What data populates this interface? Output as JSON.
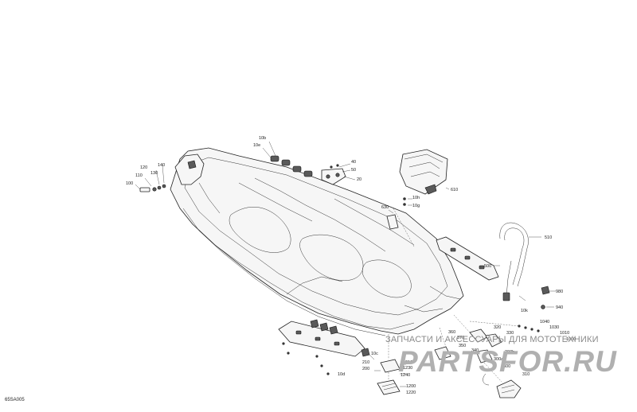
{
  "diagram": {
    "reference_code": "65SA005",
    "callouts": [
      {
        "id": "c-10b",
        "text": "10b"
      },
      {
        "id": "c-10e",
        "text": "10e"
      },
      {
        "id": "c-40",
        "text": "40"
      },
      {
        "id": "c-50",
        "text": "50"
      },
      {
        "id": "c-20",
        "text": "20"
      },
      {
        "id": "c-610",
        "text": "610"
      },
      {
        "id": "c-140",
        "text": "140"
      },
      {
        "id": "c-120",
        "text": "120"
      },
      {
        "id": "c-130",
        "text": "130"
      },
      {
        "id": "c-110",
        "text": "110"
      },
      {
        "id": "c-100",
        "text": "100"
      },
      {
        "id": "c-10h",
        "text": "10h"
      },
      {
        "id": "c-630",
        "text": "630"
      },
      {
        "id": "c-10g",
        "text": "10g"
      },
      {
        "id": "c-510",
        "text": "510"
      },
      {
        "id": "c-500",
        "text": "500"
      },
      {
        "id": "c-980",
        "text": "980"
      },
      {
        "id": "c-940",
        "text": "940"
      },
      {
        "id": "c-10k",
        "text": "10k"
      },
      {
        "id": "c-1040",
        "text": "1040"
      },
      {
        "id": "c-1030",
        "text": "1030"
      },
      {
        "id": "c-1010",
        "text": "1010"
      },
      {
        "id": "c-1000",
        "text": "1000"
      },
      {
        "id": "c-330",
        "text": "330"
      },
      {
        "id": "c-320",
        "text": "320"
      },
      {
        "id": "c-360",
        "text": "360"
      },
      {
        "id": "c-370",
        "text": "370"
      },
      {
        "id": "c-350",
        "text": "350"
      },
      {
        "id": "c-340",
        "text": "340"
      },
      {
        "id": "c-300b",
        "text": "300b"
      },
      {
        "id": "c-300a",
        "text": "300a"
      },
      {
        "id": "c-310",
        "text": "310"
      },
      {
        "id": "c-300",
        "text": "300"
      },
      {
        "id": "c-210",
        "text": "210"
      },
      {
        "id": "c-200",
        "text": "200"
      },
      {
        "id": "c-10c",
        "text": "10c"
      },
      {
        "id": "c-10d",
        "text": "10d"
      },
      {
        "id": "c-1210",
        "text": "1210"
      },
      {
        "id": "c-1230",
        "text": "1230"
      },
      {
        "id": "c-1240",
        "text": "1240"
      },
      {
        "id": "c-1200",
        "text": "1200"
      },
      {
        "id": "c-1220",
        "text": "1220"
      }
    ]
  },
  "watermark": {
    "line1": "ЗАПЧАСТИ И АКСЕССУАРЫ ДЛЯ МОТОТЕХНИКИ",
    "line2": "PARTSFOR.RU"
  }
}
